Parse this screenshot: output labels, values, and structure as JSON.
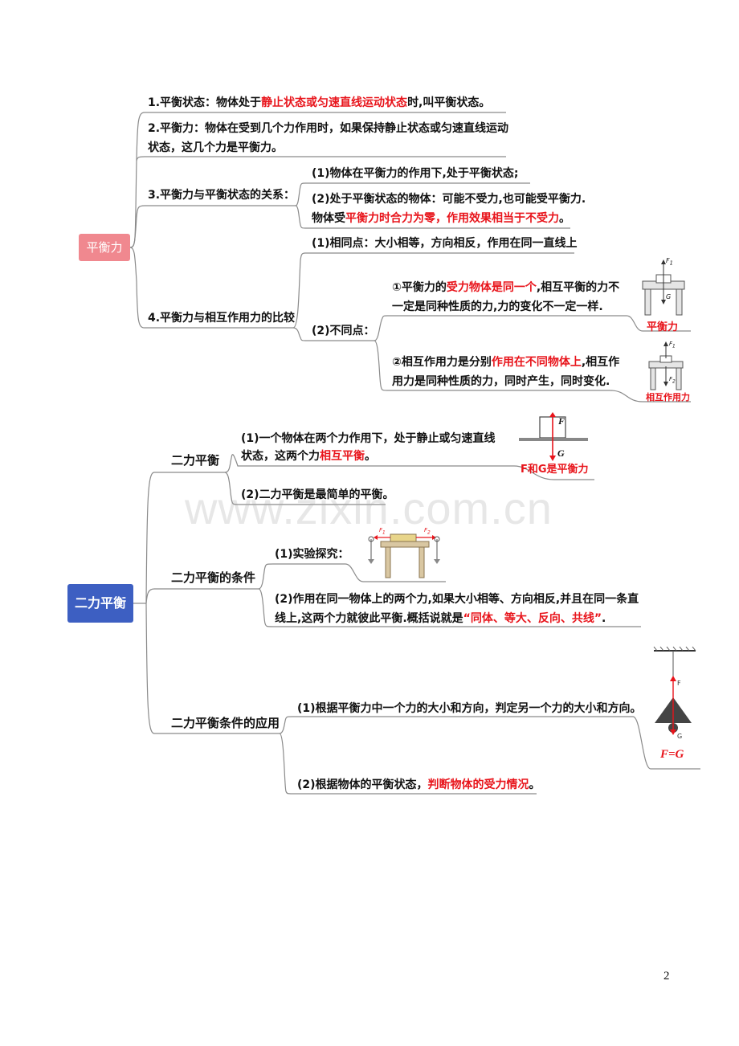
{
  "section1": {
    "root": "平衡力",
    "item1": {
      "a": "1.平衡状态：物体处于",
      "b": "静止状态或匀速直线运动状态",
      "c": "时,叫平衡状态。"
    },
    "item2": {
      "line1": "2.平衡力：物体在受到几个力作用时，如果保持静止状态或匀速直线运动",
      "line2": "状态，这几个力是平衡力。"
    },
    "item3": {
      "label": "3.平衡力与平衡状态的关系：",
      "sub1": "(1)物体在平衡力的作用下,处于平衡状态;",
      "sub2_line1": "(2)处于平衡状态的物体：可能不受力,也可能受平衡力.",
      "sub2_line2_a": "物体受",
      "sub2_line2_b": "平衡力时合力为零，作用效果相当于不受力",
      "sub2_line2_c": "。"
    },
    "item4": {
      "label": "4.平衡力与相互作用力的比较",
      "same": "(1)相同点：大小相等，方向相反，作用在同一直线上",
      "diff_label": "(2)不同点：",
      "diff1_a": "①平衡力的",
      "diff1_b": "受力物体是同一个",
      "diff1_c": ",相互平衡的力不",
      "diff1_line2": "一定是同种性质的力,力的变化不一定一样.",
      "diff2_a": "②相互作用力是分别",
      "diff2_b": "作用在不同物体上",
      "diff2_c": ",相互作",
      "diff2_line2": "用力是同种性质的力，同时产生，同时变化.",
      "img1_caption": "平衡力",
      "img2_caption": "相互作用力",
      "img1_f": "F",
      "img1_f_sub": "1",
      "img1_g": "G",
      "img2_f": "F",
      "img2_f_sub": "1",
      "img2_f2": "F",
      "img2_f2_sub": "2"
    }
  },
  "section2": {
    "root": "二力平衡",
    "branch1": {
      "label": "二力平衡",
      "sub1_line1": "(1)一个物体在两个力作用下，处于静止或匀速直线",
      "sub1_line2_a": "状态，这两个力",
      "sub1_line2_b": "相互平衡",
      "sub1_line2_c": "。",
      "sub2": "(2)二力平衡是最简单的平衡。",
      "img_caption": "F和G是平衡力",
      "img_f": "F",
      "img_g": "G"
    },
    "branch2": {
      "label": "二力平衡的条件",
      "sub1": "(1)实验探究：",
      "sub2_line1": "(2)作用在同一物体上的两个力,如果大小相等、方向相反,并且在同一条直",
      "sub2_line2_a": "线上,这两个力就彼此平衡.概括说就是",
      "sub2_line2_b": "“同体、等大、反向、共线”",
      "sub2_line2_c": ".",
      "img_f1": "F",
      "img_f1_sub": "1",
      "img_f2": "F",
      "img_f2_sub": "2"
    },
    "branch3": {
      "label": "二力平衡条件的应用",
      "sub1": "(1)根据平衡力中一个力的大小和方向，判定另一个力的大小和方向。",
      "sub2_a": "(2)根据物体的平衡状态，",
      "sub2_b": "判断物体的受力情况",
      "sub2_c": "。",
      "img_f": "F",
      "img_g": "G",
      "img_caption": "F=G"
    }
  },
  "watermark": "www.zixin.com.cn",
  "page_number": "2"
}
